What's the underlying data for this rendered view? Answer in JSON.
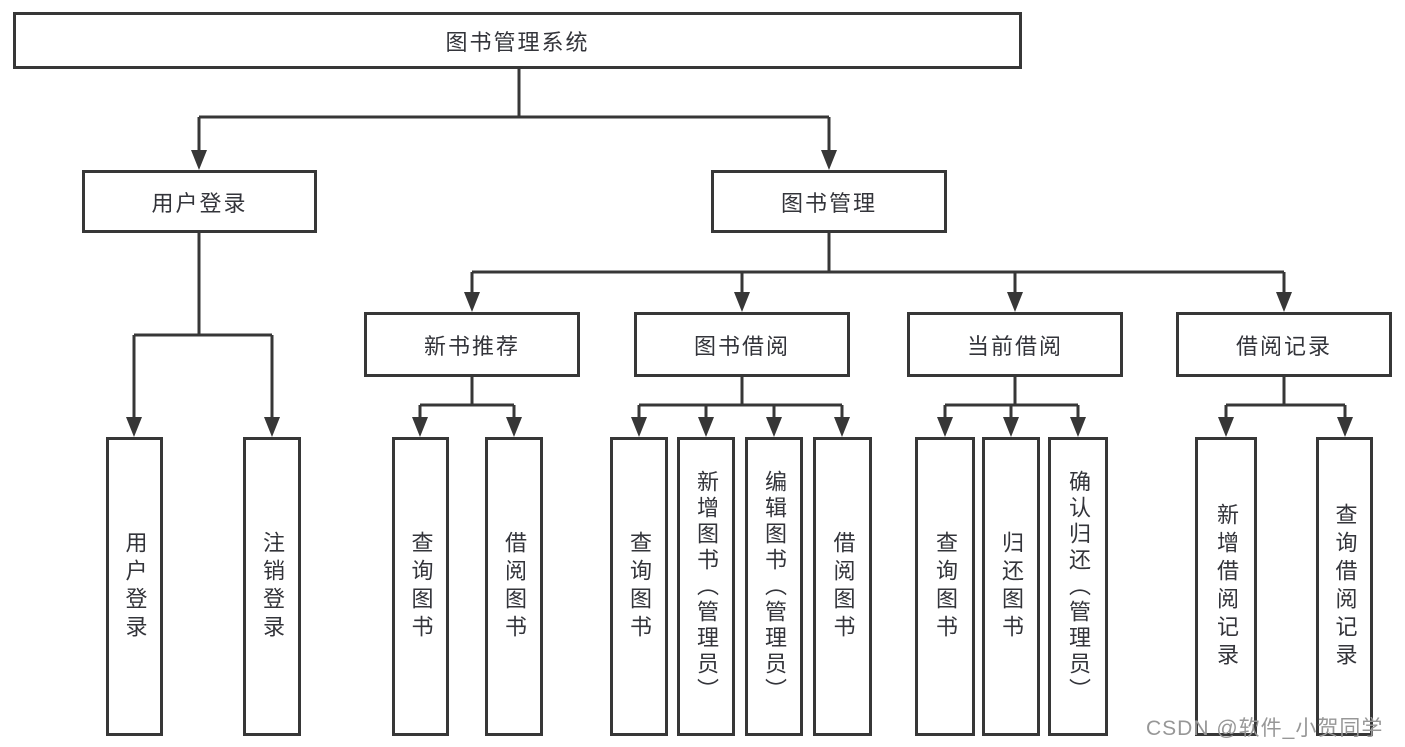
{
  "diagram": {
    "type": "hierarchy-tree",
    "line_color": "#373737",
    "text_color": "#33343a",
    "watermark_color": "#979797",
    "tree": {
      "root": {
        "label": "图书管理系统"
      },
      "branches": [
        {
          "label": "用户登录",
          "children": [
            {
              "label": "用户登录"
            },
            {
              "label": "注销登录"
            }
          ]
        },
        {
          "label": "图书管理",
          "children": [
            {
              "label": "新书推荐",
              "children": [
                {
                  "label": "查询图书"
                },
                {
                  "label": "借阅图书"
                }
              ]
            },
            {
              "label": "图书借阅",
              "children": [
                {
                  "label": "查询图书"
                },
                {
                  "label": "新增图书（管理员）"
                },
                {
                  "label": "编辑图书（管理员）"
                },
                {
                  "label": "借阅图书"
                }
              ]
            },
            {
              "label": "当前借阅",
              "children": [
                {
                  "label": "查询图书"
                },
                {
                  "label": "归还图书"
                },
                {
                  "label": "确认归还（管理员）"
                }
              ]
            },
            {
              "label": "借阅记录",
              "children": [
                {
                  "label": "新增借阅记录"
                },
                {
                  "label": "查询借阅记录"
                }
              ]
            }
          ]
        }
      ]
    },
    "watermark": "CSDN @软件_小贺同学"
  }
}
